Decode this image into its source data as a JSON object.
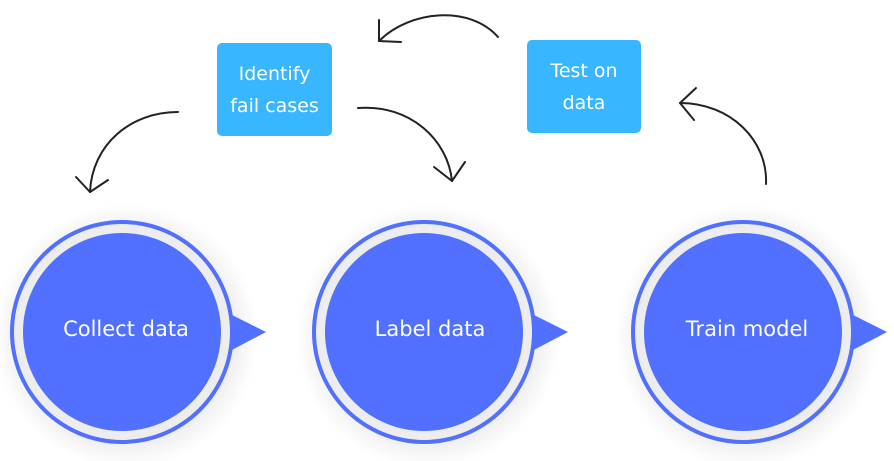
{
  "title": "ML data flywheel",
  "colors": {
    "step_circle": "#5170FF",
    "step_ring": "#EDEDED",
    "feedback_box": "#38B6FF",
    "arrow": "#222222",
    "text": "#FFFFFF"
  },
  "steps": [
    {
      "label": "Collect data",
      "icon": "triangle-pointer-right"
    },
    {
      "label": "Label data",
      "icon": "triangle-pointer-right"
    },
    {
      "label": "Train model",
      "icon": "triangle-pointer-right"
    }
  ],
  "feedback": [
    {
      "lines": [
        "Identify",
        "fail cases"
      ]
    },
    {
      "lines": [
        "Test on",
        "data"
      ]
    }
  ],
  "arrows": [
    {
      "from": "Identify fail cases",
      "to": "Collect data"
    },
    {
      "from": "Identify fail cases",
      "to": "Label data"
    },
    {
      "from": "Train model",
      "to": "Test on data"
    },
    {
      "from": "Test on data",
      "to": "Identify fail cases"
    }
  ]
}
